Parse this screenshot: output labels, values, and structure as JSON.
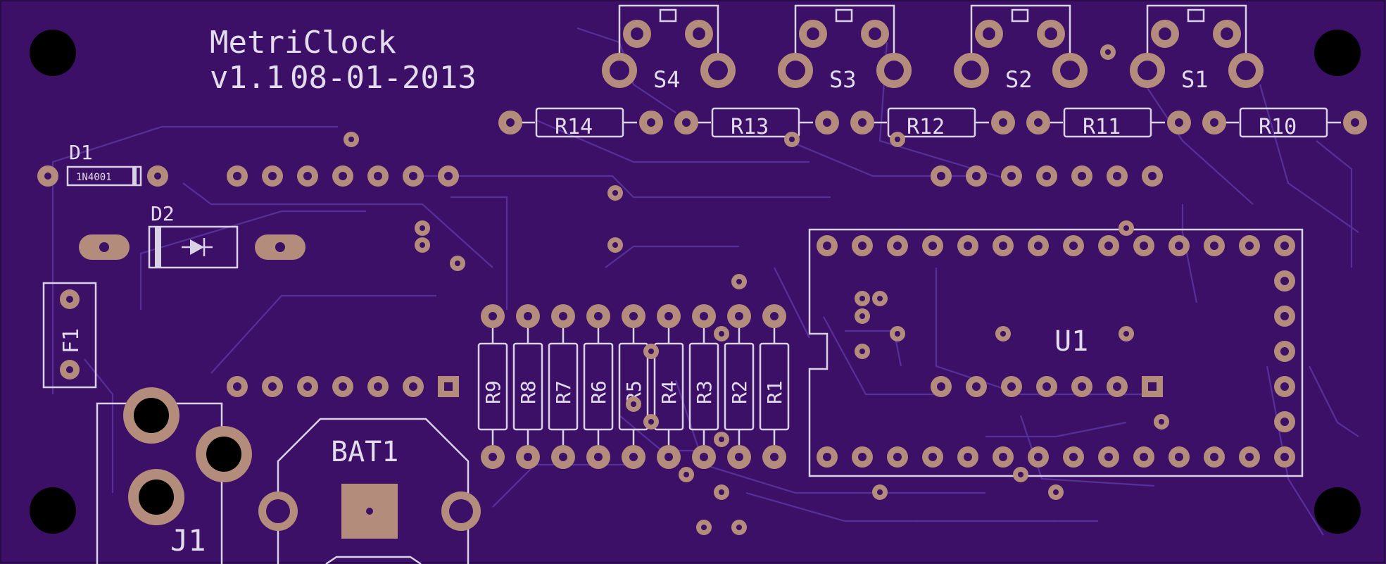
{
  "board": {
    "colors": {
      "substrate": "#3d1068",
      "trace": "#56309a",
      "pad": "#b48c7c",
      "silkscreen": "#d9d2e4",
      "mount_hole": "#000000"
    },
    "title": "MetriClock",
    "version": "v1.1",
    "date": "08-01-2013"
  },
  "labels": {
    "s4": "S4",
    "s3": "S3",
    "s2": "S2",
    "s1": "S1",
    "r14": "R14",
    "r13": "R13",
    "r12": "R12",
    "r11": "R11",
    "r10": "R10",
    "d1": "D1",
    "d1_part": "1N4001",
    "d2": "D2",
    "f1": "F1",
    "r9": "R9",
    "r8": "R8",
    "r7": "R7",
    "r6": "R6",
    "r5": "R5",
    "r4": "R4",
    "r3": "R3",
    "r2": "R2",
    "r1": "R1",
    "u1": "U1",
    "bat1": "BAT1",
    "j1": "J1"
  }
}
